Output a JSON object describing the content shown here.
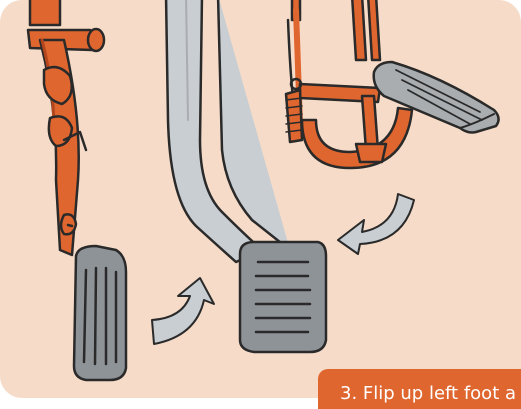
{
  "colors": {
    "background": "#f6dcc8",
    "linkage": "#e0662f",
    "linkage_dark": "#b3461d",
    "outline": "#2a2a2a",
    "pedal_pad": "#8e9397",
    "pedal_pad_light": "#a9adb0",
    "brake_arm": "#c9ced2",
    "arrow": "#c9ced2",
    "caption_bg": "#e0662f",
    "caption_text": "#ffffff"
  },
  "caption": {
    "text": "3. Flip up left foot a"
  },
  "icons": {
    "left_pedal": "clutch-pedal-illustration",
    "center_pedal": "brake-pedal-illustration",
    "right_pedal": "folded-pedal-illustration",
    "arrows": "curved-arrow-icon"
  }
}
